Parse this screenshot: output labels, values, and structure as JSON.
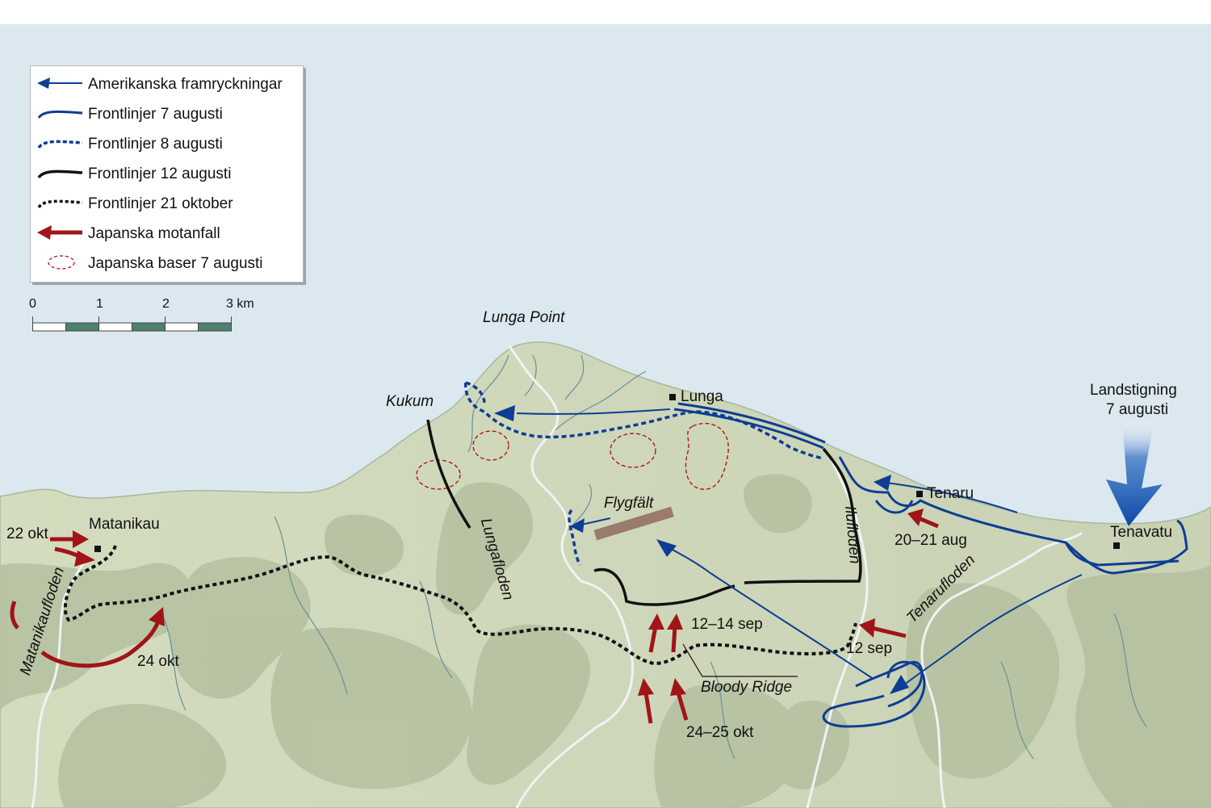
{
  "legend": {
    "items": [
      {
        "label": "Amerikanska framryckningar",
        "symbol": "blue-arrow"
      },
      {
        "label": "Frontlinjer 7 augusti",
        "symbol": "blue-solid-line"
      },
      {
        "label": "Frontlinjer 8 augusti",
        "symbol": "blue-dotted-line"
      },
      {
        "label": "Frontlinjer 12 augusti",
        "symbol": "black-solid-line"
      },
      {
        "label": "Frontlinjer 21 oktober",
        "symbol": "black-dotted-line"
      },
      {
        "label": "Japanska motanfall",
        "symbol": "red-arrow"
      },
      {
        "label": "Japanska baser 7 augusti",
        "symbol": "red-dashed-ellipse"
      }
    ]
  },
  "scale_bar": {
    "ticks": [
      "0",
      "1",
      "2",
      "3 km"
    ]
  },
  "places": {
    "lunga_point": "Lunga Point",
    "kukum": "Kukum",
    "lunga": "Lunga",
    "matanikau": "Matanikau",
    "tenaru": "Tenaru",
    "tenavatu": "Tenavatu",
    "flygfalt": "Flygfält",
    "bloody_ridge": "Bloody Ridge"
  },
  "rivers": {
    "lunga": "Lungafloden",
    "ilu": "Ilufloden",
    "tenaru": "Tenarufloden",
    "matanikau": "Matanikaufloden"
  },
  "events": {
    "landing_line1": "Landstigning",
    "landing_line2": "7 augusti",
    "d22okt": "22 okt",
    "d24okt": "24 okt",
    "d2021aug": "20–21 aug",
    "d1214sep": "12–14 sep",
    "d12sep": "12 sep",
    "d2425okt": "24–25 okt"
  },
  "colors": {
    "sea": "#dce8ef",
    "land": "#d0d6bb",
    "hills": "#b5c1a2",
    "river": "#eef4f4",
    "american": "#0d3d94",
    "japanese": "#a11418",
    "front_black": "#111111",
    "airfield": "#9a7b6e"
  }
}
